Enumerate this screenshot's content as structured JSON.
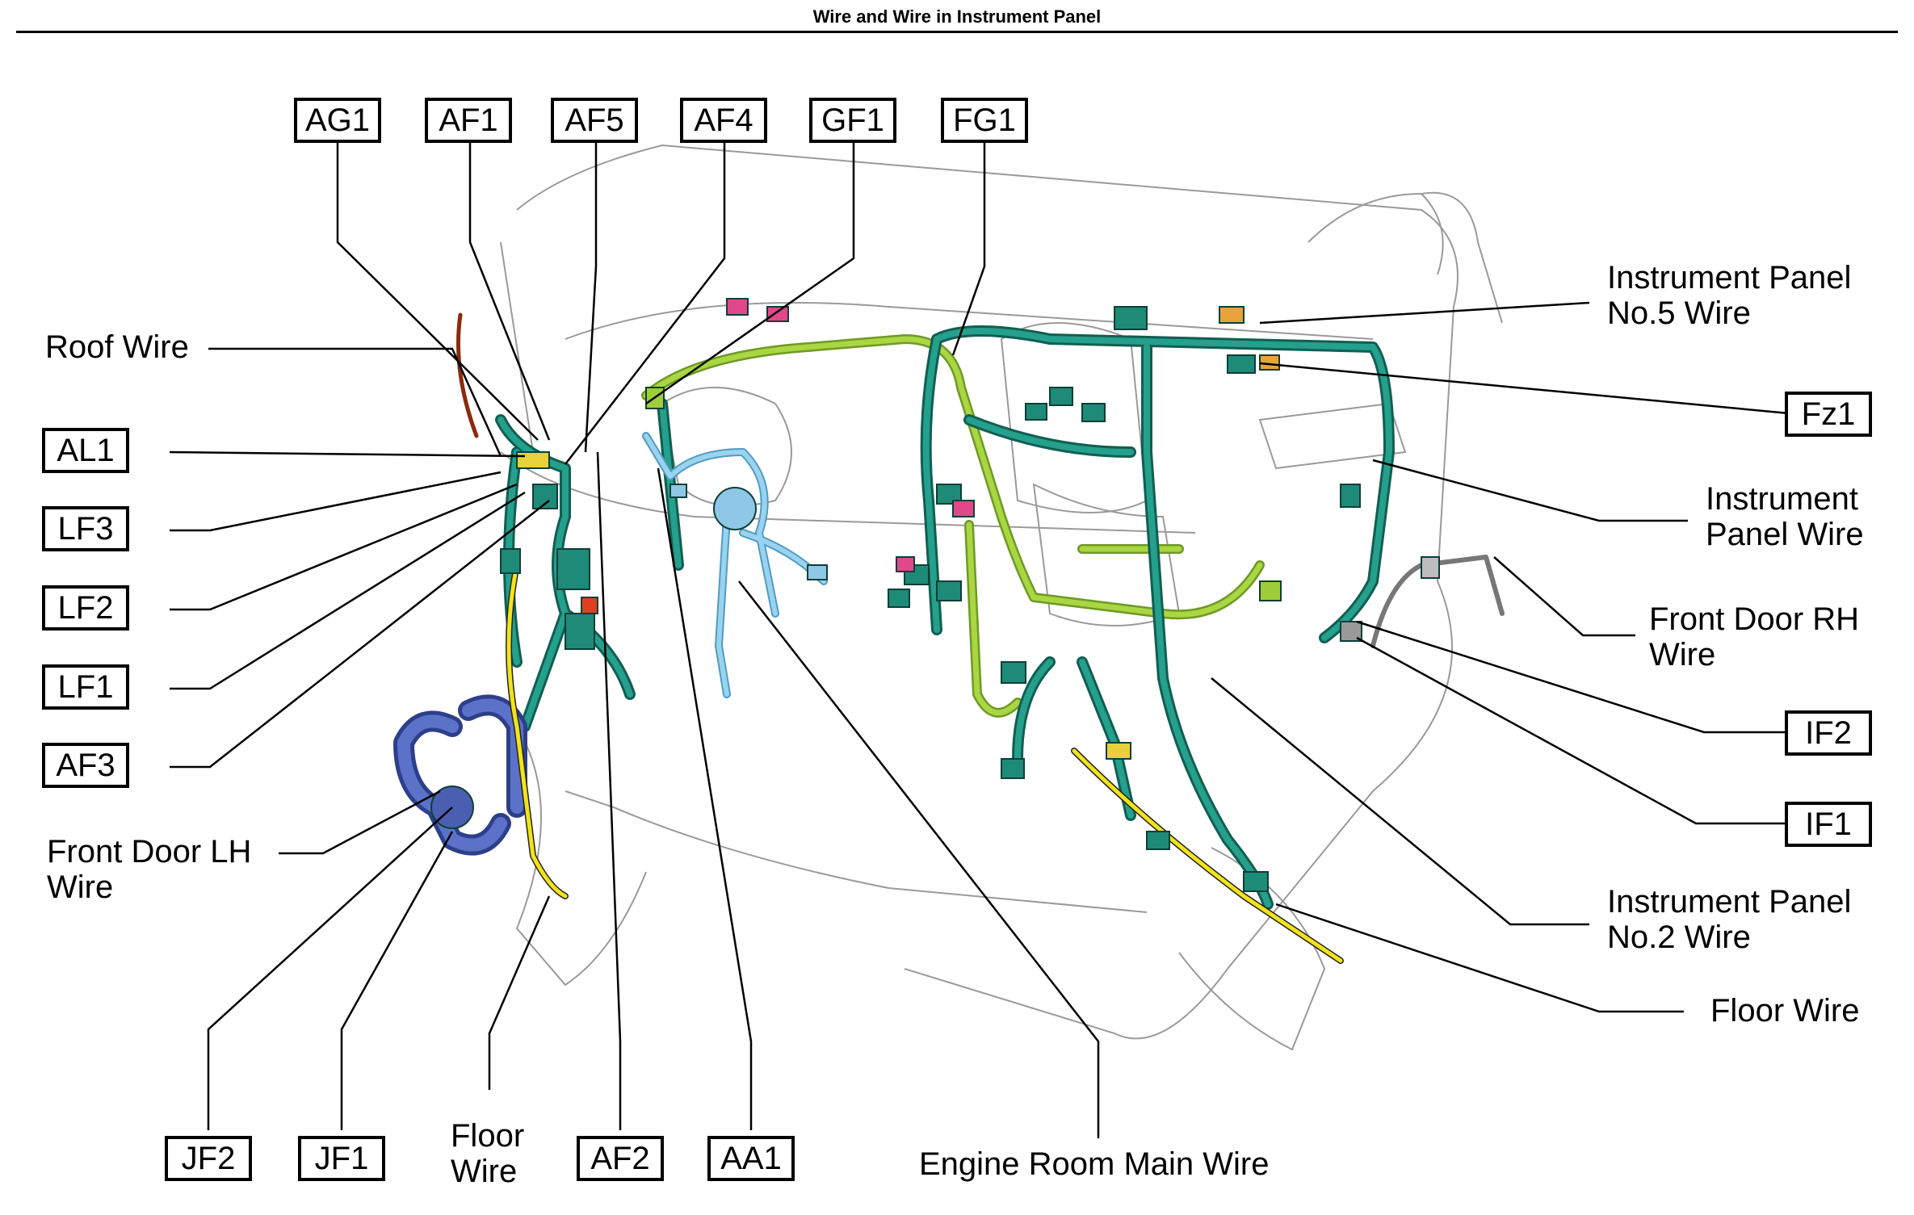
{
  "title": "Wire and Wire in Instrument Panel",
  "connectors": {
    "AG1": "AG1",
    "AF1": "AF1",
    "AF5": "AF5",
    "AF4": "AF4",
    "GF1": "GF1",
    "FG1": "FG1",
    "AL1": "AL1",
    "LF3": "LF3",
    "LF2": "LF2",
    "LF1": "LF1",
    "AF3": "AF3",
    "JF2": "JF2",
    "JF1": "JF1",
    "AF2": "AF2",
    "AA1": "AA1",
    "Fz1": "Fz1",
    "IF2": "IF2",
    "IF1": "IF1"
  },
  "wires": {
    "roof": "Roof Wire",
    "front_door_lh": "Front Door LH\nWire",
    "floor_left": "Floor\nWire",
    "engine_room_main": "Engine Room Main Wire",
    "ip_no5": "Instrument Panel\nNo.5 Wire",
    "ip": "Instrument\nPanel Wire",
    "front_door_rh": "Front Door RH\nWire",
    "ip_no2": "Instrument Panel\nNo.2 Wire",
    "floor_right": "Floor Wire"
  },
  "colors": {
    "harness_teal": "#1e8a78",
    "harness_lime": "#9fcc3b",
    "harness_blue": "#8ec8e6",
    "harness_navy": "#4a5fb0",
    "harness_yellow": "#f2e31a",
    "connector_pink": "#e0488a",
    "connector_orange": "#e8a33a",
    "connector_red": "#e04020"
  }
}
